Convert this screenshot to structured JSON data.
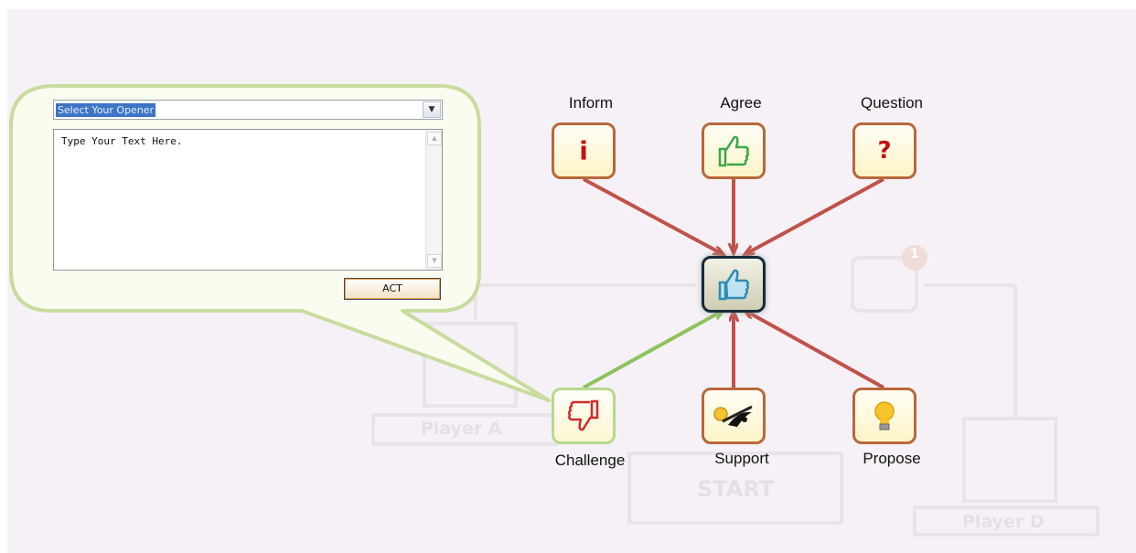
{
  "ui": {
    "opener_select": {
      "selected": "Select Your Opener"
    },
    "text_area": {
      "value": "Type Your Text Here."
    },
    "act_button": "ACT"
  },
  "moves": {
    "inform": {
      "label": "Inform",
      "icon": "info-icon",
      "glyph": "i"
    },
    "agree": {
      "label": "Agree",
      "icon": "thumbs-up-icon"
    },
    "question": {
      "label": "Question",
      "icon": "question-icon",
      "glyph": "?"
    },
    "challenge": {
      "label": "Challenge",
      "icon": "thumbs-down-icon"
    },
    "support": {
      "label": "Support",
      "icon": "support-icon"
    },
    "propose": {
      "label": "Propose",
      "icon": "lightbulb-icon"
    },
    "selected": {
      "icon": "thumbs-up-icon"
    }
  },
  "board": {
    "player_a": "Player A",
    "player_d": "Player D",
    "start": "START",
    "badge_count": "1"
  },
  "colors": {
    "connector_red": "#c0524a",
    "connector_green": "#8ec25c",
    "tile_border": "#b8683a",
    "bubble_border": "#c8dc9e",
    "bubble_fill": "#fbfcf0"
  }
}
